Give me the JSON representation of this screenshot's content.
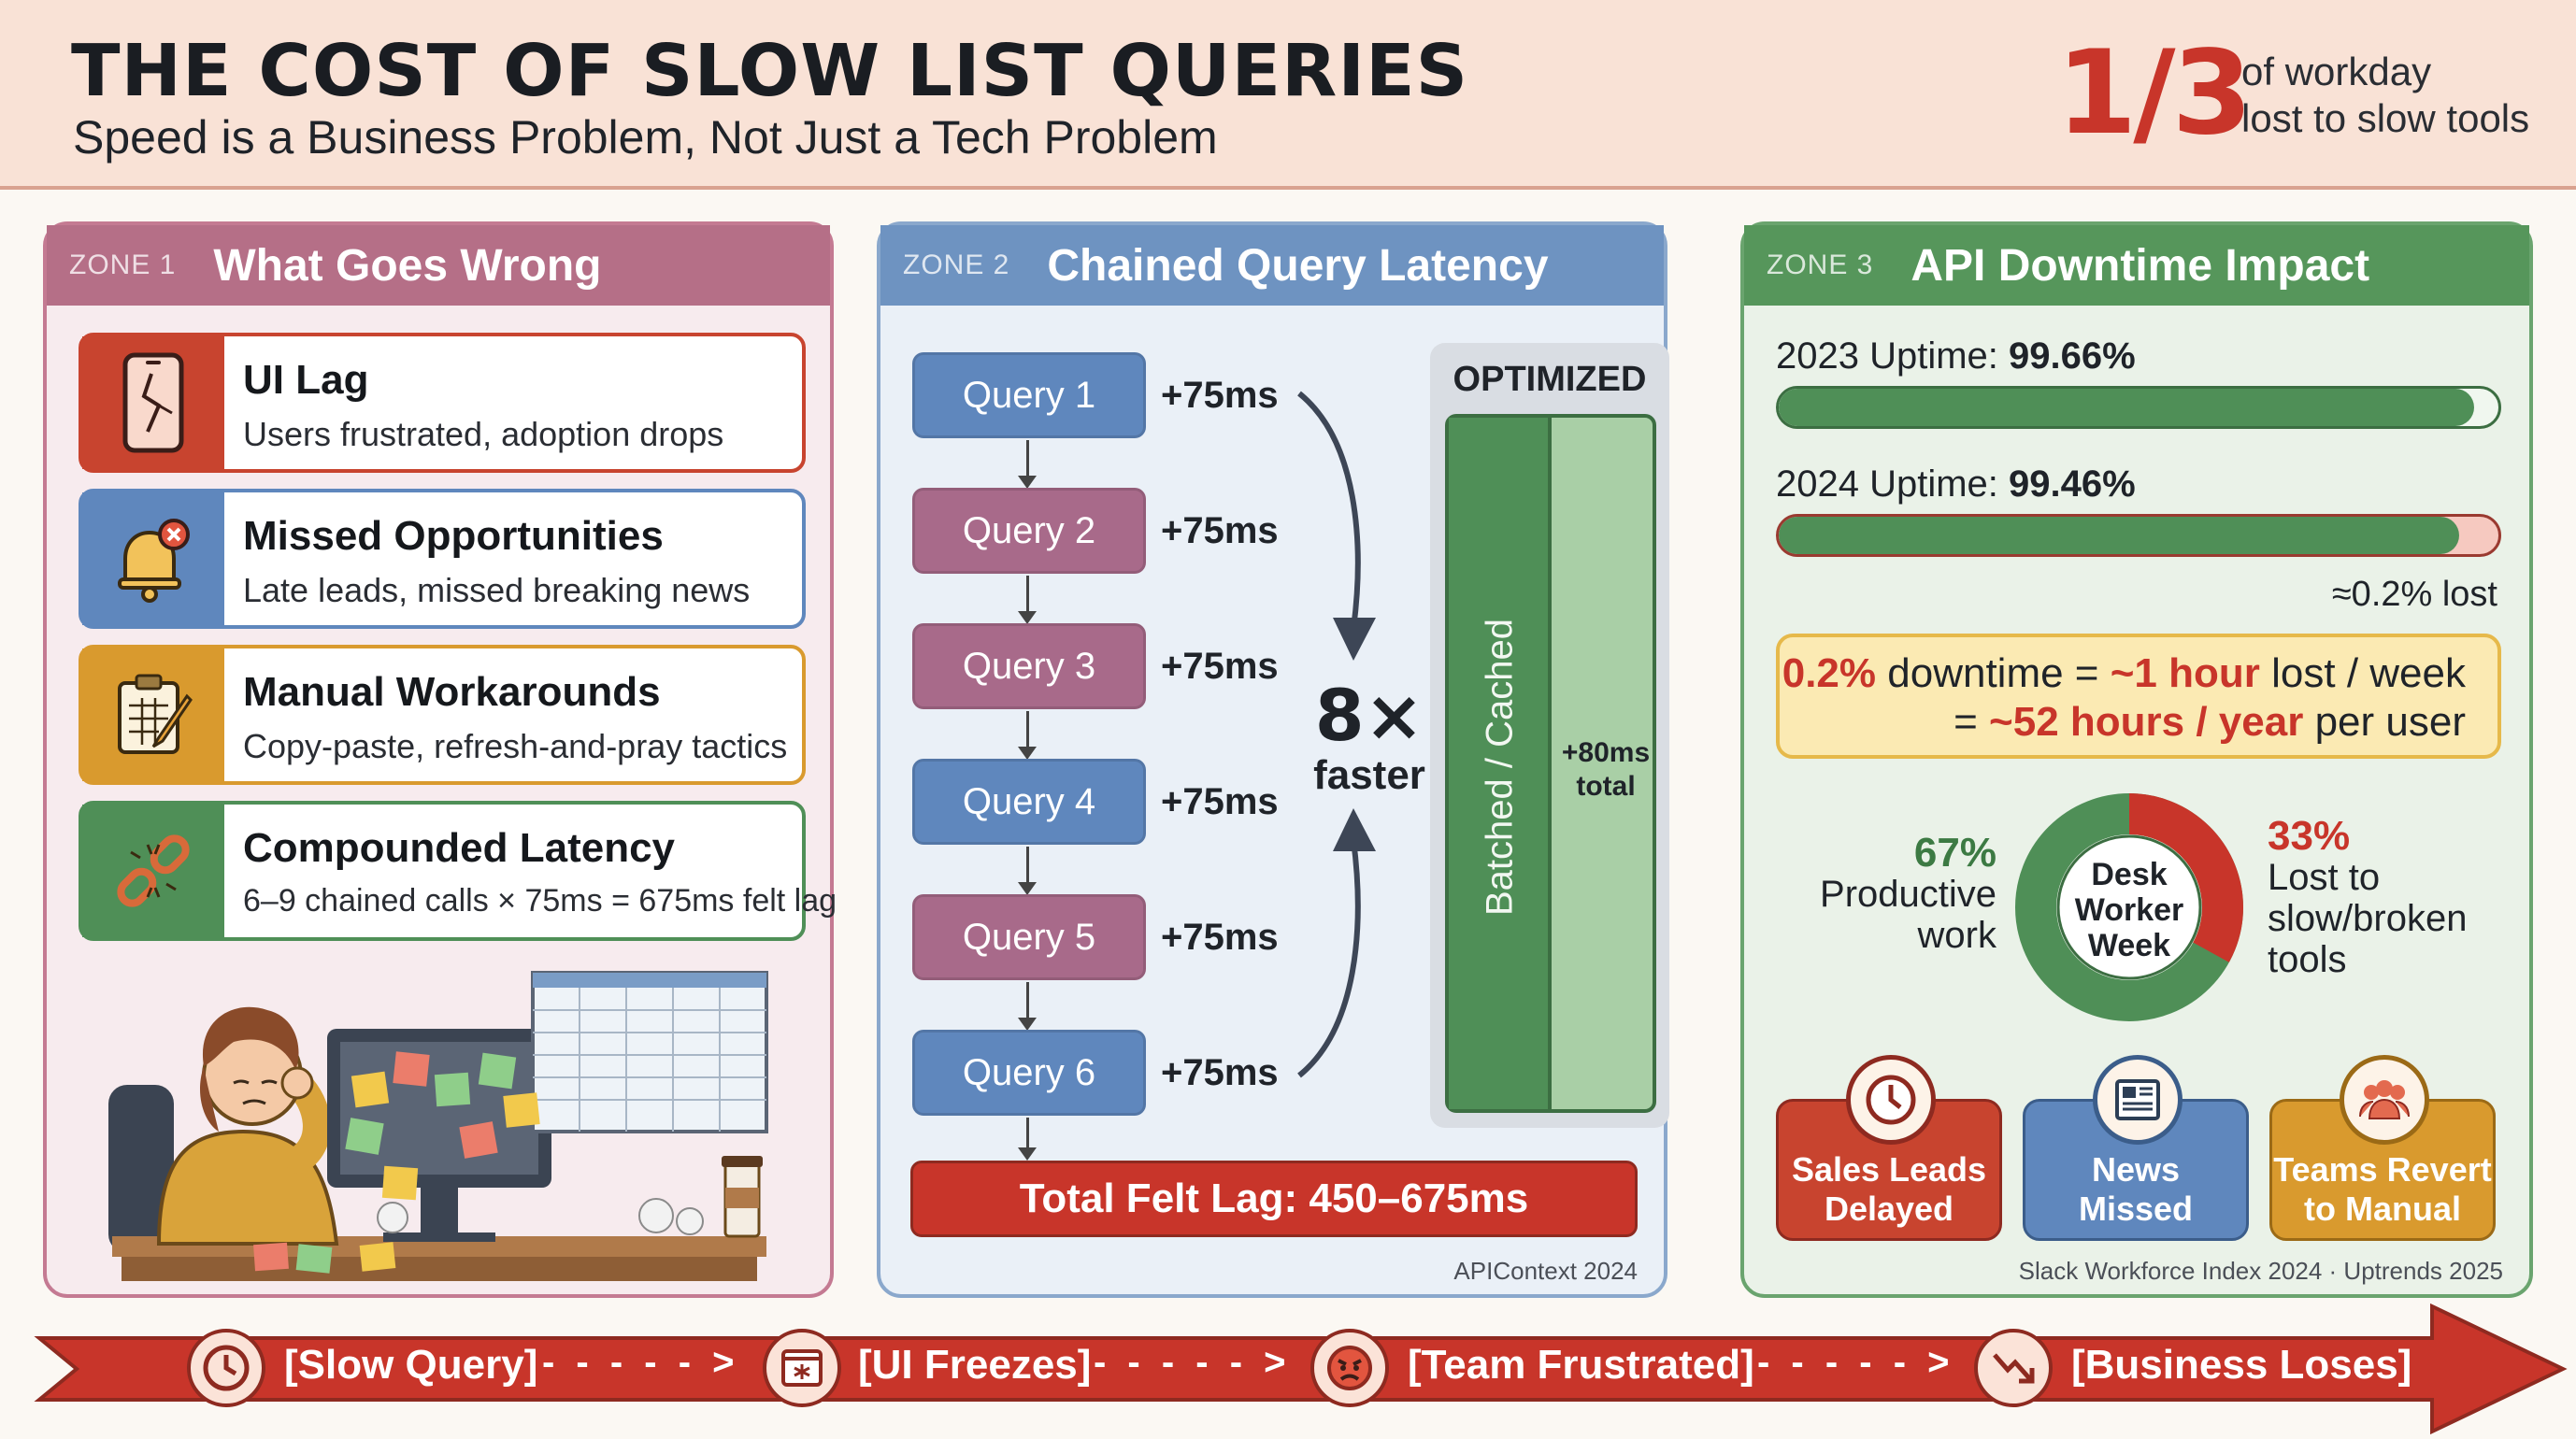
{
  "header": {
    "title": "THE COST OF SLOW LIST QUERIES",
    "subtitle": "Speed is a Business Problem, Not Just a Tech Problem",
    "stat": "1/3",
    "stat_note_1": "of workday",
    "stat_note_2": "lost to slow tools"
  },
  "zone1": {
    "tag": "ZONE 1",
    "title": "What Goes Wrong",
    "cards": [
      {
        "title": "UI Lag",
        "desc": "Users frustrated, adoption drops",
        "icon": "cracked-phone-icon",
        "color": "#c8442f"
      },
      {
        "title": "Missed Opportunities",
        "desc": "Late leads, missed breaking news",
        "icon": "bell-alert-icon",
        "color": "#5f87bd"
      },
      {
        "title": "Manual Workarounds",
        "desc": "Copy-paste, refresh-and-pray tactics",
        "icon": "clipboard-pencil-icon",
        "color": "#d99a2e"
      },
      {
        "title": "Compounded Latency",
        "desc": "6–9 chained calls × 75ms = 675ms felt lag",
        "icon": "broken-chain-icon",
        "color": "#4f8f57"
      }
    ]
  },
  "zone2": {
    "tag": "ZONE 2",
    "title": "Chained Query Latency",
    "queries": [
      {
        "label": "Query 1",
        "ms": "+75ms"
      },
      {
        "label": "Query 2",
        "ms": "+75ms"
      },
      {
        "label": "Query 3",
        "ms": "+75ms"
      },
      {
        "label": "Query 4",
        "ms": "+75ms"
      },
      {
        "label": "Query 5",
        "ms": "+75ms"
      },
      {
        "label": "Query 6",
        "ms": "+75ms"
      }
    ],
    "speedup": "8×",
    "speedup_label": "faster",
    "optimized_label": "OPTIMIZED",
    "batched_label": "Batched / Cached",
    "optimized_ms": "+80ms",
    "optimized_total": "total",
    "total_lag": "Total Felt Lag: 450–675ms",
    "source": "APIContext 2024"
  },
  "zone3": {
    "tag": "ZONE 3",
    "title": "API Downtime Impact",
    "uptime_2023_label": "2023 Uptime:",
    "uptime_2023_value": "99.66%",
    "uptime_2023_fraction": 0.9966,
    "uptime_2024_label": "2024 Uptime:",
    "uptime_2024_value": "99.46%",
    "uptime_2024_fraction": 0.9946,
    "lost_note": "≈0.2% lost",
    "callout_pct": "0.2%",
    "callout_mid": "downtime =",
    "callout_hour": "~1 hour",
    "callout_end": "lost / week",
    "callout_eq": "=",
    "callout_year": "~52 hours / year",
    "callout_per": "per user",
    "donut_center_1": "Desk",
    "donut_center_2": "Worker",
    "donut_center_3": "Week",
    "productive_pct": "67%",
    "productive_1": "Productive",
    "productive_2": "work",
    "lost_pct": "33%",
    "lost_1": "Lost to",
    "lost_2": "slow/broken",
    "lost_3": "tools",
    "donut_productive_value": 67,
    "donut_lost_value": 33,
    "impacts": [
      {
        "l1": "Sales Leads",
        "l2": "Delayed",
        "icon": "clock-icon",
        "color": "#c8442f"
      },
      {
        "l1": "News",
        "l2": "Missed",
        "icon": "newspaper-icon",
        "color": "#5f87bd"
      },
      {
        "l1": "Teams Revert",
        "l2": "to Manual",
        "icon": "team-icon",
        "color": "#d99a2e"
      }
    ],
    "source": "Slack Workforce Index 2024 · Uptrends 2025"
  },
  "flow": {
    "steps": [
      {
        "label": "[Slow Query]",
        "icon": "clock-icon"
      },
      {
        "label": "[UI Freezes]",
        "icon": "frozen-window-icon"
      },
      {
        "label": "[Team Frustrated]",
        "icon": "angry-face-icon"
      },
      {
        "label": "[Business Loses]",
        "icon": "trend-down-icon"
      }
    ],
    "arrow": "- - - - - >"
  },
  "colors": {
    "red": "#c8352a",
    "green": "#4f8f57",
    "blue": "#5f87bd",
    "mauve": "#b56f87",
    "gold": "#d99a2e"
  }
}
